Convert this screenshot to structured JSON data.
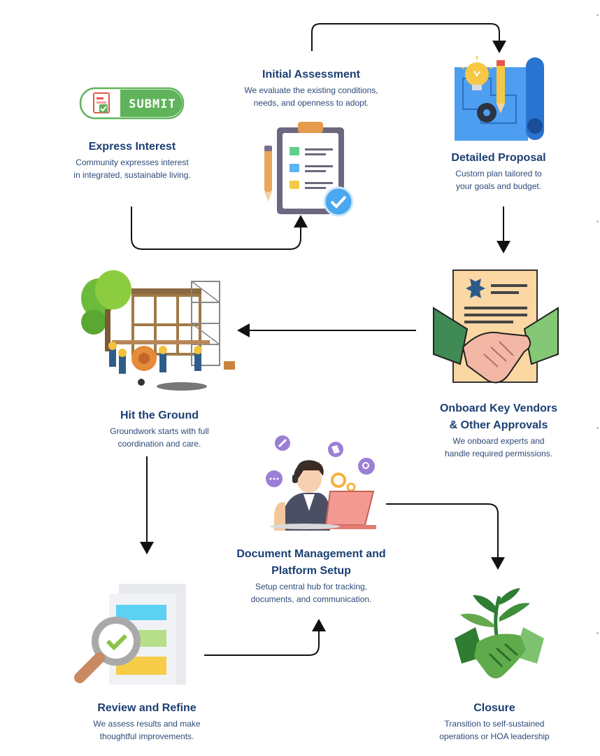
{
  "steps": {
    "express_interest": {
      "title": "Express Interest",
      "description": "Community expresses interest\nin integrated, sustainable living.",
      "button_label": "SUBMIT"
    },
    "initial_assessment": {
      "title": "Initial Assessment",
      "description": "We evaluate the existing conditions,\nneeds, and openness to adopt."
    },
    "detailed_proposal": {
      "title": "Detailed Proposal",
      "description": "Custom plan tailored to\nyour goals and budget."
    },
    "onboard_vendors": {
      "title": "Onboard Key Vendors\n& Other Approvals",
      "description": "We onboard experts and\nhandle required permissions."
    },
    "hit_the_ground": {
      "title": "Hit the Ground",
      "description": "Groundwork starts with full\ncoordination and care."
    },
    "document_management": {
      "title": "Document Management and\nPlatform Setup",
      "description": "Setup central hub for tracking,\ndocuments, and communication."
    },
    "review_refine": {
      "title": "Review and Refine",
      "description": "We assess results and make\nthoughtful improvements."
    },
    "closure": {
      "title": "Closure",
      "description": "Transition to self-sustained\noperations or HOA leadership"
    }
  },
  "colors": {
    "title": "#1b3f73",
    "text": "#2d4a78",
    "arrow": "#111111",
    "submit_green": "#5fb35a",
    "blueprint": "#3b8fe6",
    "green_dark": "#2e7d32",
    "green_light": "#7cc26f"
  },
  "icons": {
    "express_interest": "submit-form-icon",
    "initial_assessment": "clipboard-checklist-icon",
    "detailed_proposal": "blueprint-idea-icon",
    "onboard_vendors": "contract-handshake-icon",
    "hit_the_ground": "construction-site-icon",
    "document_management": "support-agent-computer-icon",
    "review_refine": "magnifier-report-icon",
    "closure": "plant-handshake-icon"
  }
}
